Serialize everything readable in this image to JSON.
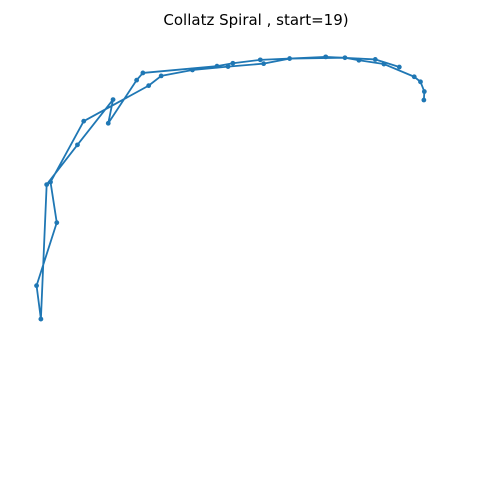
{
  "chart_data": {
    "type": "line",
    "title": "Collatz Spiral , start=19)",
    "xlabel": "",
    "ylabel": "",
    "axes_visible": false,
    "grid": false,
    "legend": "none",
    "xlim": [
      -5.44,
      4.62
    ],
    "ylim": [
      -9.08,
      1.23
    ],
    "series": [
      {
        "color": "#1f77b4",
        "marker": "circle",
        "x": [
          3.37,
          3.38,
          3.3,
          3.17,
          2.54,
          2.02,
          1.73,
          0.58,
          0.04,
          -0.7,
          -1.44,
          -2.09,
          -2.35,
          -3.7,
          -4.39,
          -4.26,
          -4.68,
          -4.59,
          -4.47,
          -3.83,
          -3.09,
          -3.19,
          -2.6,
          -2.47,
          -0.93,
          -0.6,
          -0.03,
          1.33,
          2.36,
          2.86
        ],
        "y": [
          0.0,
          0.2,
          0.43,
          0.55,
          0.85,
          0.94,
          1.0,
          0.98,
          0.86,
          0.79,
          0.71,
          0.57,
          0.34,
          -0.5,
          -1.94,
          -2.9,
          -4.39,
          -5.18,
          -2.0,
          -1.06,
          0.01,
          -0.55,
          0.47,
          0.64,
          0.8,
          0.87,
          0.95,
          1.02,
          0.96,
          0.78
        ]
      }
    ]
  }
}
